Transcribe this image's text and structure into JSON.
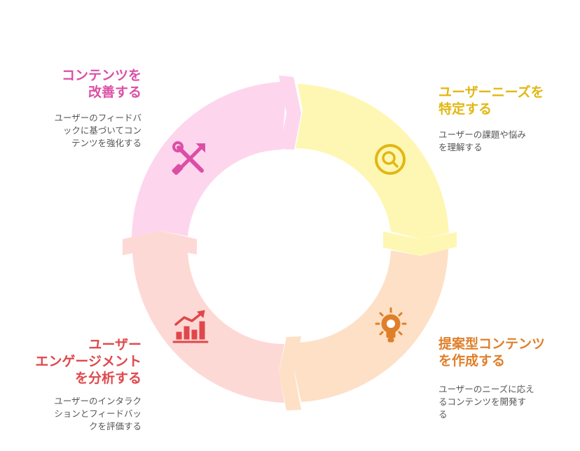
{
  "colors": {
    "pink_fill": "#fdd6ee",
    "yellow_fill": "#fef7b3",
    "peach_fill": "#fde0c6",
    "red_fill": "#fdd9d6",
    "pink_text": "#dc4ea6",
    "yellow_text": "#e2b712",
    "orange_text": "#df7f2a",
    "red_text": "#e0474b"
  },
  "stages": {
    "improve": {
      "title": "コンテンツを\n改善する",
      "desc": "ユーザーのフィードバ\nックに基づいてコン\nテンツを強化する",
      "icon": "wrench-screwdriver-icon"
    },
    "identify": {
      "title": "ユーザーニーズを\n特定する",
      "desc": "ユーザーの課題や悩み\nを理解する",
      "icon": "magnifier-icon"
    },
    "create": {
      "title": "提案型コンテンツ\nを作成する",
      "desc": "ユーザーのニーズに応え\nるコンテンツを開発す\nる",
      "icon": "lightbulb-icon"
    },
    "analyze": {
      "title": "ユーザー\nエンゲージメント\nを分析する",
      "desc": "ユーザーのインタラク\nションとフィードバッ\nクを評価する",
      "icon": "growth-chart-icon"
    }
  }
}
